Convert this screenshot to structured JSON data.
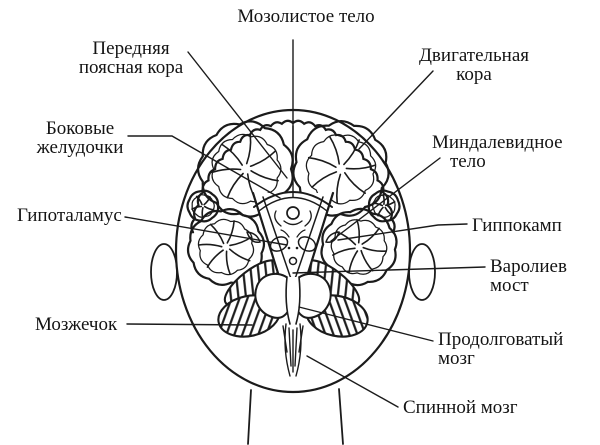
{
  "figure": {
    "type": "brain-coronal-section-in-head-diagram",
    "language": "ru",
    "colors": {
      "ink": "#1b1b1b",
      "background": "#ffffff",
      "text": "#141414"
    },
    "labels": {
      "corpus_callosum": {
        "text": "Мозолистое тело"
      },
      "anterior_cingulate": {
        "lines": [
          "Передняя",
          "поясная кора"
        ]
      },
      "motor_cortex": {
        "lines": [
          "Двигательная",
          "кора"
        ]
      },
      "lateral_ventricles": {
        "lines": [
          "Боковые",
          "желудочки"
        ]
      },
      "amygdala": {
        "lines": [
          "Миндалевидное",
          "тело"
        ]
      },
      "hypothalamus": {
        "text": "Гипоталамус"
      },
      "hippocampus": {
        "text": "Гиппокамп"
      },
      "pons": {
        "lines": [
          "Варолиев",
          "мост"
        ]
      },
      "cerebellum": {
        "text": "Мозжечок"
      },
      "medulla_oblongata": {
        "lines": [
          "Продолговатый",
          "мозг"
        ]
      },
      "spinal_cord": {
        "text": "Спинной мозг"
      }
    }
  }
}
